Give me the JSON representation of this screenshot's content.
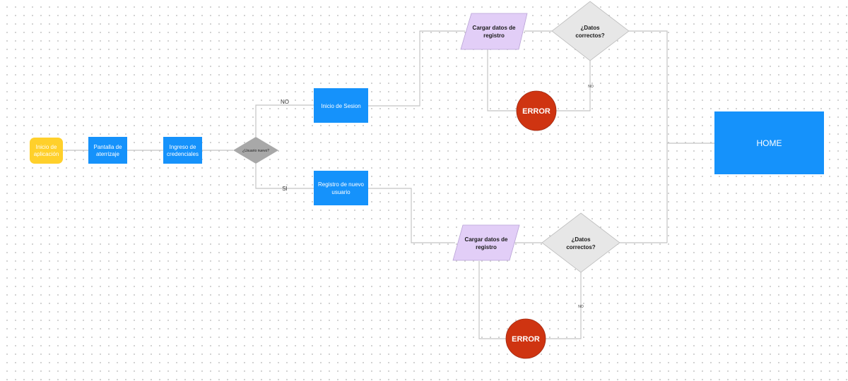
{
  "nodes": {
    "inicio_app": [
      "Inicio de",
      "aplicación"
    ],
    "pantalla_aterrizaje": [
      "Pantalla de",
      "aterrizaje"
    ],
    "ingreso_credenciales": [
      "Ingreso de",
      "credenciales"
    ],
    "usuario_nuevo": "¿Usuario nuevo?",
    "inicio_sesion": "Inicio de Sesion",
    "registro_nuevo_usuario": [
      "Registro de nuevo",
      "usuario"
    ],
    "cargar_datos_top": [
      "Cargar datos de",
      "registro"
    ],
    "datos_correctos_top": [
      "¿Datos",
      "correctos?"
    ],
    "error_top": "ERROR",
    "cargar_datos_bottom": [
      "Cargar datos de",
      "registro"
    ],
    "datos_correctos_bottom": [
      "¿Datos",
      "correctos?"
    ],
    "error_bottom": "ERROR",
    "home": "HOME"
  },
  "edge_labels": {
    "no_branch": "NO",
    "si_branch": "SI",
    "no_top": "NO",
    "no_bottom": "NO"
  },
  "colors": {
    "start": "#ffd02b",
    "process": "#1592fb",
    "decision_gray": "#a8a8a8",
    "input_purple": "#e2cef7",
    "decision_light": "#e7e7e7",
    "error": "#cf3411",
    "connector": "#c4c4c4"
  }
}
